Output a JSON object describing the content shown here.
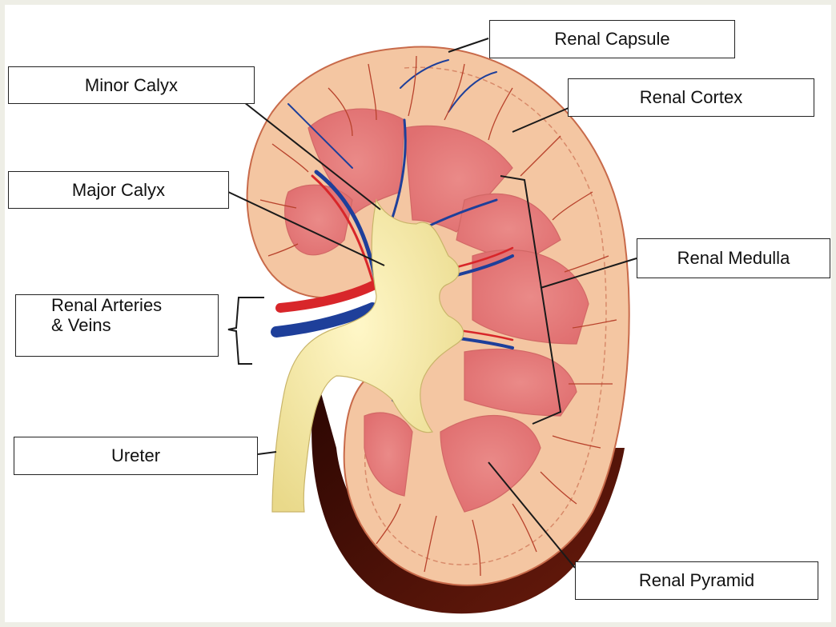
{
  "labels": {
    "renal_capsule": "Renal Capsule",
    "renal_cortex": "Renal Cortex",
    "minor_calyx": "Minor Calyx",
    "major_calyx": "Major Calyx",
    "renal_medulla": "Renal Medulla",
    "renal_arteries_line1": "Renal Arteries",
    "renal_arteries_line2": "& Veins",
    "ureter": "Ureter",
    "renal_pyramid": "Renal Pyramid"
  },
  "colors": {
    "capsule_outline": "#c86a4a",
    "cortex": "#f4c6a2",
    "medulla_pyramid": "#e97f7d",
    "pelvis": "#f3e8a6",
    "artery": "#d8262a",
    "vein": "#1e3f9a",
    "shadow": "#4a0f06",
    "leader_line": "#1a1a1a"
  }
}
